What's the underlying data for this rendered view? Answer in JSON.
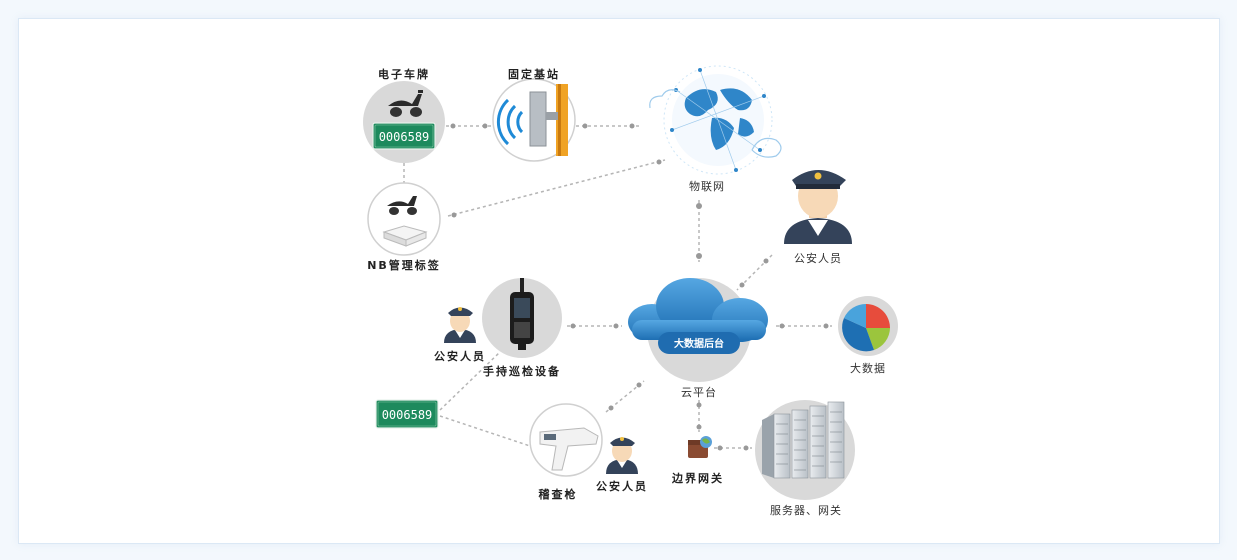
{
  "labels": {
    "plate": "电子车牌",
    "base_station": "固定基站",
    "iot": "物联网",
    "nb_tag": "NB管理标签",
    "police_1": "公安人员",
    "handheld": "手持巡检设备",
    "cloud_center": "大数据后台",
    "cloud_platform": "云平台",
    "big_data": "大数据",
    "police_2": "公安人员",
    "scanner": "稽查枪",
    "police_3": "公安人员",
    "gateway": "边界网关",
    "servers": "服务器、网关"
  },
  "plate_numbers": {
    "top": "0006589",
    "left": "0006589"
  },
  "colors": {
    "plate_green": "#1d8a5d",
    "node_gray": "#d9d9d9",
    "cloud_blue": "#2f86c9",
    "police_navy": "#34435a",
    "connector": "#b5b5b5"
  }
}
